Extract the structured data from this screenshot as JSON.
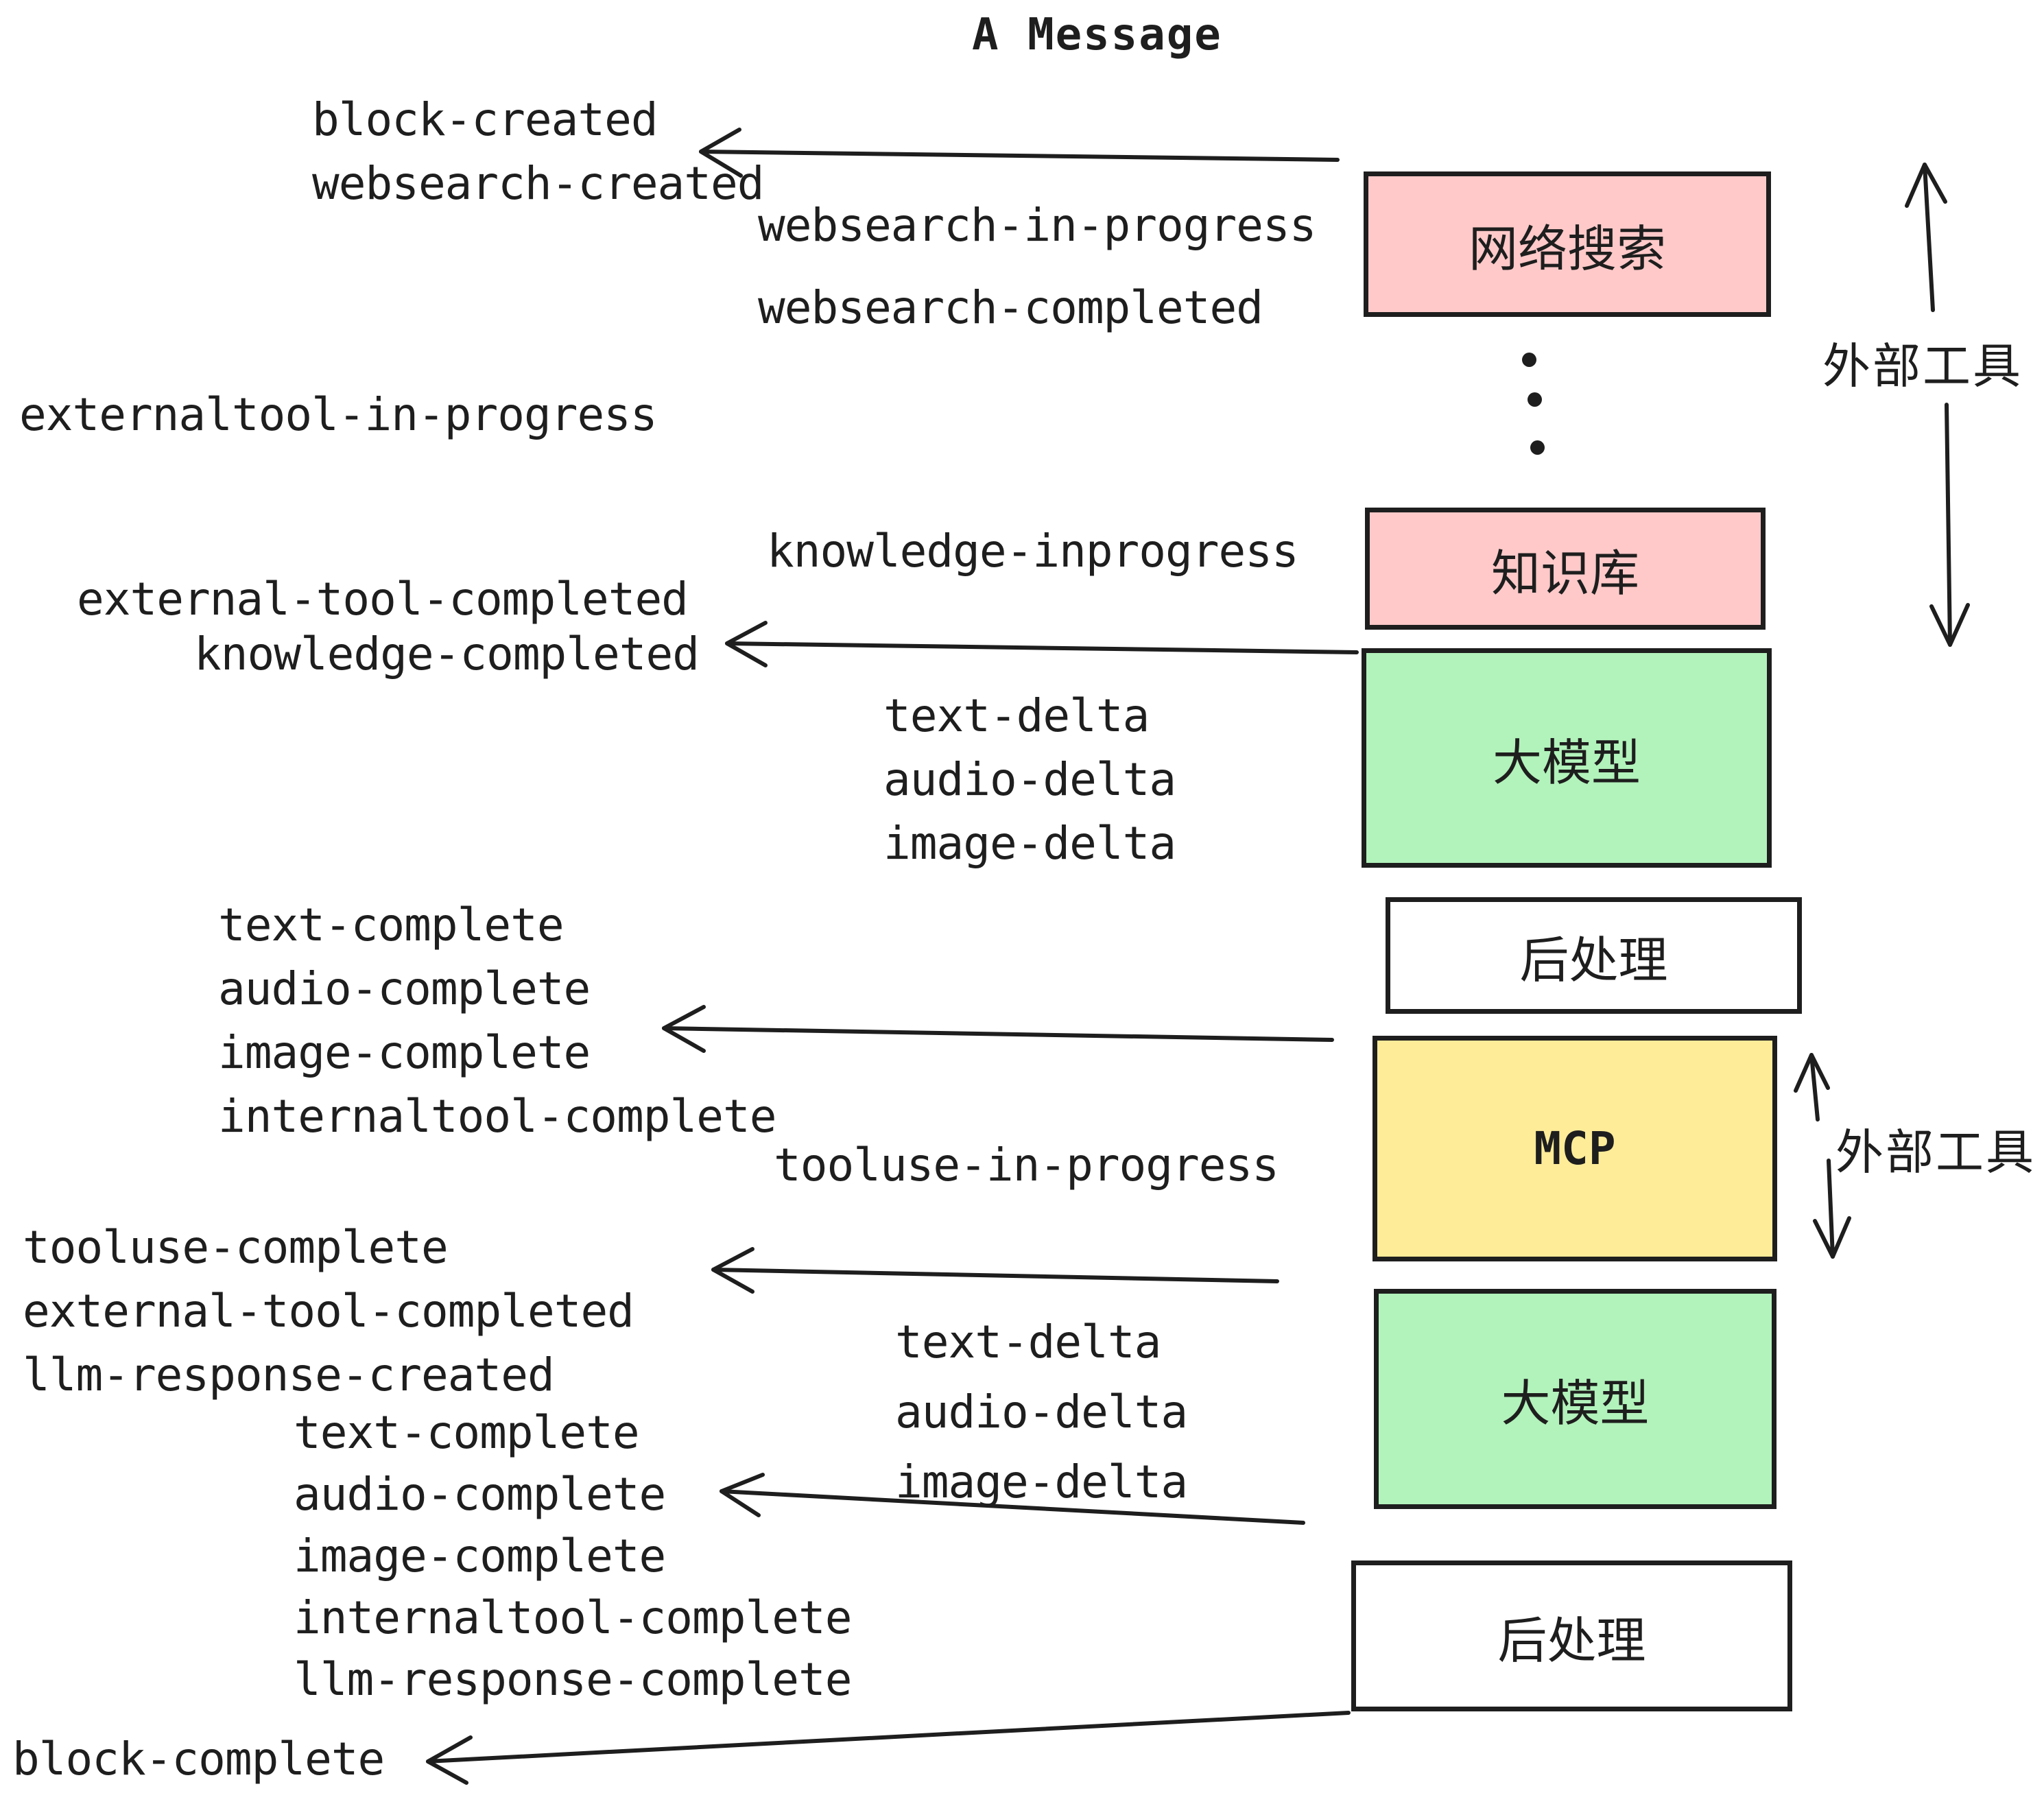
{
  "title": "A Message",
  "colors": {
    "box_pink": "#ffc9c9",
    "box_green": "#b2f2bb",
    "box_yellow": "#ffec99",
    "box_white": "#ffffff",
    "stroke": "#1e1e1e"
  },
  "nodes": {
    "websearch": {
      "label": "网络搜索",
      "fill": "#ffc9c9"
    },
    "knowledge": {
      "label": "知识库",
      "fill": "#ffc9c9"
    },
    "llm1": {
      "label": "大模型",
      "fill": "#b2f2bb"
    },
    "post1": {
      "label": "后处理",
      "fill": "#ffffff"
    },
    "mcp": {
      "label": "MCP",
      "fill": "#ffec99"
    },
    "llm2": {
      "label": "大模型",
      "fill": "#b2f2bb"
    },
    "post2": {
      "label": "后处理",
      "fill": "#ffffff"
    }
  },
  "side_labels": {
    "external_tools_top": "外部工具",
    "external_tools_mid": "外部工具"
  },
  "events": {
    "created_group": "block-created\nwebsearch-created",
    "websearch_in_progress": "websearch-in-progress",
    "websearch_completed": "websearch-completed",
    "externaltool_in_progress": "externaltool-in-progress",
    "knowledge_inprogress": "knowledge-inprogress",
    "external_tool_completed": "external-tool-completed",
    "knowledge_completed": "knowledge-completed",
    "delta_group_1": "text-delta\naudio-delta\nimage-delta",
    "complete_group_1": "text-complete\naudio-complete\nimage-complete\ninternaltool-complete",
    "tooluse_in_progress": "tooluse-in-progress",
    "tooluse_complete_group": "tooluse-complete\nexternal-tool-completed\nllm-response-created",
    "delta_group_2": "text-delta\naudio-delta\nimage-delta",
    "complete_group_2": "text-complete\naudio-complete\nimage-complete\ninternaltool-complete\nllm-response-complete",
    "block_complete": "block-complete"
  }
}
